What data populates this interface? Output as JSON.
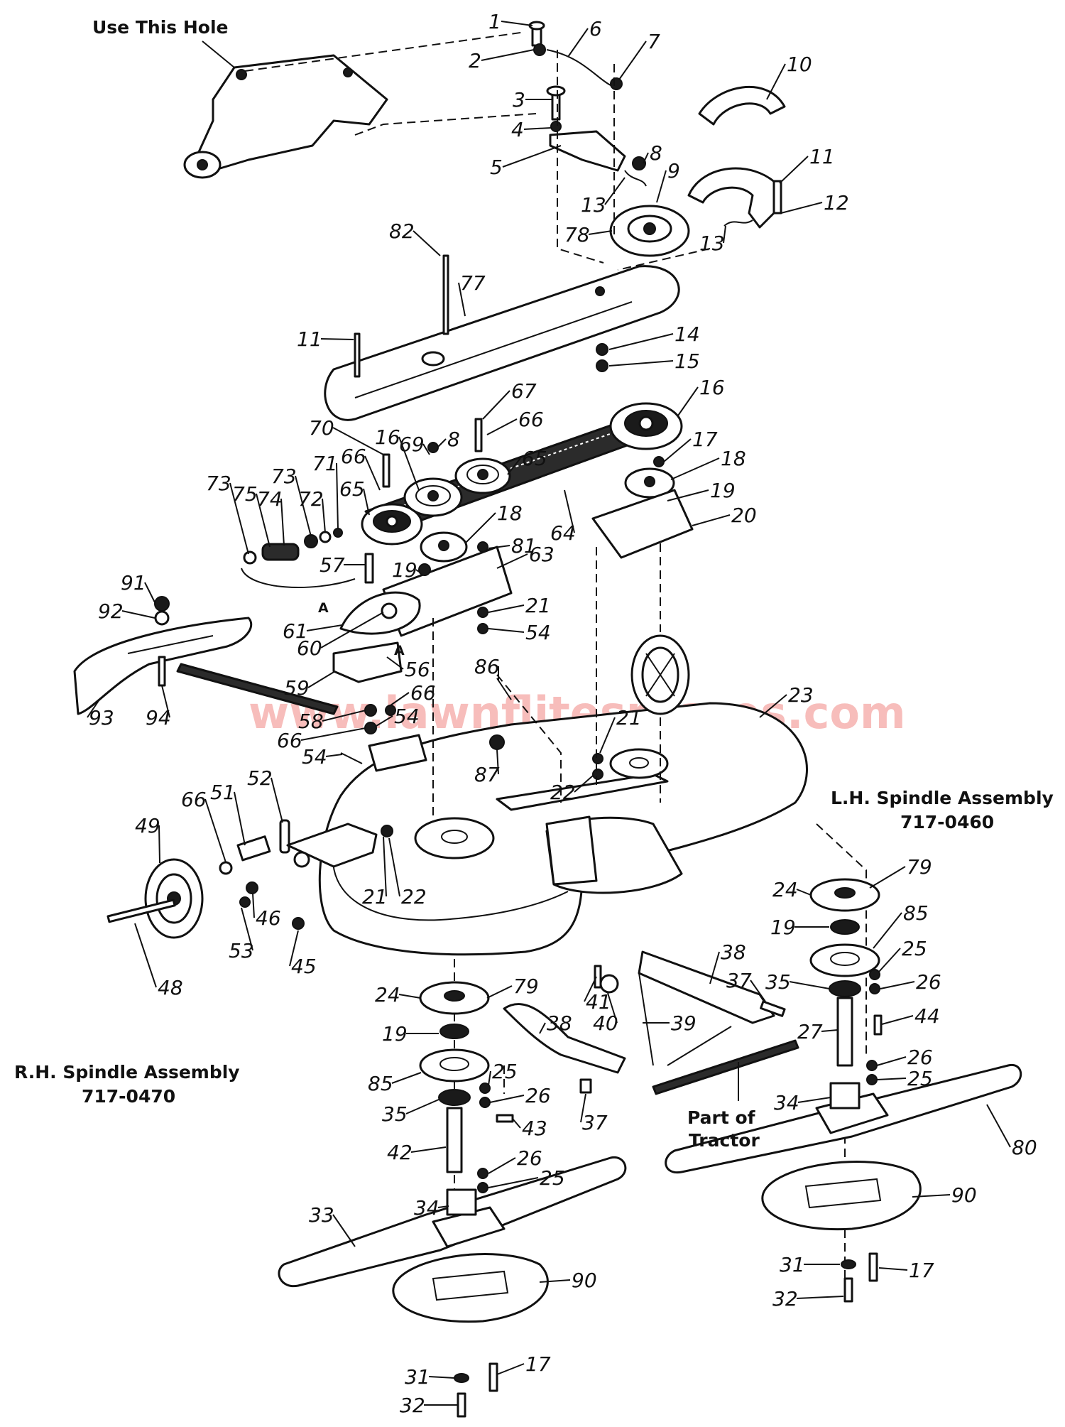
{
  "notes": {
    "use_this_hole": "Use This Hole",
    "lh_title": "L.H. Spindle Assembly",
    "lh_number": "717-0460",
    "rh_title": "R.H. Spindle Assembly",
    "rh_number": "717-0470",
    "tractor_line1": "Part of",
    "tractor_line2": "Tractor",
    "mark_a": "A"
  },
  "watermark": "www.lawnflitesprares.com",
  "callouts": [
    {
      "key": "c1",
      "text": "1"
    },
    {
      "key": "c2",
      "text": "2"
    },
    {
      "key": "c3",
      "text": "3"
    },
    {
      "key": "c4",
      "text": "4"
    },
    {
      "key": "c5",
      "text": "5"
    },
    {
      "key": "c6",
      "text": "6"
    },
    {
      "key": "c7",
      "text": "7"
    },
    {
      "key": "c8a",
      "text": "8"
    },
    {
      "key": "c9",
      "text": "9"
    },
    {
      "key": "c10",
      "text": "10"
    },
    {
      "key": "c11a",
      "text": "11"
    },
    {
      "key": "c12",
      "text": "12"
    },
    {
      "key": "c13a",
      "text": "13"
    },
    {
      "key": "c13b",
      "text": "13"
    },
    {
      "key": "c78",
      "text": "78"
    },
    {
      "key": "c82",
      "text": "82"
    },
    {
      "key": "c77",
      "text": "77"
    },
    {
      "key": "c11b",
      "text": "11"
    },
    {
      "key": "c14",
      "text": "14"
    },
    {
      "key": "c15",
      "text": "15"
    },
    {
      "key": "c16a",
      "text": "16"
    },
    {
      "key": "c67",
      "text": "67"
    },
    {
      "key": "c66a",
      "text": "66"
    },
    {
      "key": "c70",
      "text": "70"
    },
    {
      "key": "c16b",
      "text": "16"
    },
    {
      "key": "c69",
      "text": "69"
    },
    {
      "key": "c8b",
      "text": "8"
    },
    {
      "key": "c65a",
      "text": "65"
    },
    {
      "key": "c17a",
      "text": "17"
    },
    {
      "key": "c18a",
      "text": "18"
    },
    {
      "key": "c19a",
      "text": "19"
    },
    {
      "key": "c20",
      "text": "20"
    },
    {
      "key": "c66b",
      "text": "66"
    },
    {
      "key": "c65b",
      "text": "65"
    },
    {
      "key": "c73a",
      "text": "73"
    },
    {
      "key": "c75",
      "text": "75"
    },
    {
      "key": "c74",
      "text": "74"
    },
    {
      "key": "c73b",
      "text": "73"
    },
    {
      "key": "c72",
      "text": "72"
    },
    {
      "key": "c71",
      "text": "71"
    },
    {
      "key": "c64",
      "text": "64"
    },
    {
      "key": "c18b",
      "text": "18"
    },
    {
      "key": "c81",
      "text": "81"
    },
    {
      "key": "c63",
      "text": "63"
    },
    {
      "key": "c57",
      "text": "57"
    },
    {
      "key": "c19b",
      "text": "19"
    },
    {
      "key": "c91",
      "text": "91"
    },
    {
      "key": "c92",
      "text": "92"
    },
    {
      "key": "c61",
      "text": "61"
    },
    {
      "key": "c60",
      "text": "60"
    },
    {
      "key": "c21a",
      "text": "21"
    },
    {
      "key": "c54a",
      "text": "54"
    },
    {
      "key": "c56",
      "text": "56"
    },
    {
      "key": "c59",
      "text": "59"
    },
    {
      "key": "c66c",
      "text": "66"
    },
    {
      "key": "c86",
      "text": "86"
    },
    {
      "key": "c93",
      "text": "93"
    },
    {
      "key": "c94",
      "text": "94"
    },
    {
      "key": "c58",
      "text": "58"
    },
    {
      "key": "c54b",
      "text": "54"
    },
    {
      "key": "c66d",
      "text": "66"
    },
    {
      "key": "c54c",
      "text": "54"
    },
    {
      "key": "c23",
      "text": "23"
    },
    {
      "key": "c21b",
      "text": "21"
    },
    {
      "key": "c87",
      "text": "87"
    },
    {
      "key": "c22a",
      "text": "22"
    },
    {
      "key": "c52",
      "text": "52"
    },
    {
      "key": "c66e",
      "text": "66"
    },
    {
      "key": "c51",
      "text": "51"
    },
    {
      "key": "c49",
      "text": "49"
    },
    {
      "key": "c21c",
      "text": "21"
    },
    {
      "key": "c22b",
      "text": "22"
    },
    {
      "key": "c46",
      "text": "46"
    },
    {
      "key": "c53",
      "text": "53"
    },
    {
      "key": "c45",
      "text": "45"
    },
    {
      "key": "c48",
      "text": "48"
    },
    {
      "key": "c79a",
      "text": "79"
    },
    {
      "key": "c24a",
      "text": "24"
    },
    {
      "key": "c19c",
      "text": "19"
    },
    {
      "key": "c85a",
      "text": "85"
    },
    {
      "key": "c25a",
      "text": "25"
    },
    {
      "key": "c35a",
      "text": "35"
    },
    {
      "key": "c26a",
      "text": "26"
    },
    {
      "key": "c27",
      "text": "27"
    },
    {
      "key": "c44",
      "text": "44"
    },
    {
      "key": "c26b",
      "text": "26"
    },
    {
      "key": "c25b",
      "text": "25"
    },
    {
      "key": "c34a",
      "text": "34"
    },
    {
      "key": "c80",
      "text": "80"
    },
    {
      "key": "c90a",
      "text": "90"
    },
    {
      "key": "c31a",
      "text": "31"
    },
    {
      "key": "c17b",
      "text": "17"
    },
    {
      "key": "c32a",
      "text": "32"
    },
    {
      "key": "c38a",
      "text": "38"
    },
    {
      "key": "c37a",
      "text": "37"
    },
    {
      "key": "c41",
      "text": "41"
    },
    {
      "key": "c40",
      "text": "40"
    },
    {
      "key": "c39",
      "text": "39"
    },
    {
      "key": "c38b",
      "text": "38"
    },
    {
      "key": "c37b",
      "text": "37"
    },
    {
      "key": "c24b",
      "text": "24"
    },
    {
      "key": "c79b",
      "text": "79"
    },
    {
      "key": "c19d",
      "text": "19"
    },
    {
      "key": "c85b",
      "text": "85"
    },
    {
      "key": "c25c",
      "text": "25"
    },
    {
      "key": "c26c",
      "text": "26"
    },
    {
      "key": "c35b",
      "text": "35"
    },
    {
      "key": "c43",
      "text": "43"
    },
    {
      "key": "c42",
      "text": "42"
    },
    {
      "key": "c26d",
      "text": "26"
    },
    {
      "key": "c25d",
      "text": "25"
    },
    {
      "key": "c34b",
      "text": "34"
    },
    {
      "key": "c33",
      "text": "33"
    },
    {
      "key": "c90b",
      "text": "90"
    },
    {
      "key": "c31b",
      "text": "31"
    },
    {
      "key": "c17c",
      "text": "17"
    },
    {
      "key": "c32b",
      "text": "32"
    }
  ]
}
